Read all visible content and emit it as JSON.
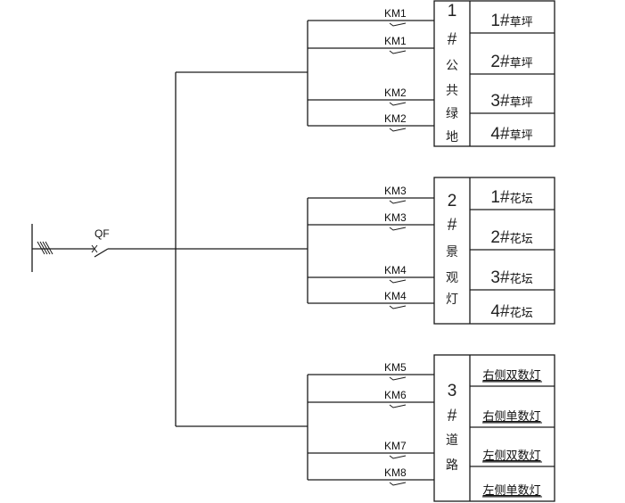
{
  "incoming": {
    "breaker_label": "QF"
  },
  "groups": [
    {
      "id": "group-1",
      "title_chars": [
        "1",
        "#",
        "公",
        "共",
        "绿",
        "地"
      ],
      "contactors": [
        "KM1",
        "KM1",
        "KM2",
        "KM2"
      ],
      "loads": [
        {
          "num": "1#",
          "name": "草坪"
        },
        {
          "num": "2#",
          "name": "草坪"
        },
        {
          "num": "3#",
          "name": "草坪"
        },
        {
          "num": "4#",
          "name": "草坪"
        }
      ]
    },
    {
      "id": "group-2",
      "title_chars": [
        "2",
        "#",
        "景",
        "观",
        "灯"
      ],
      "contactors": [
        "KM3",
        "KM3",
        "KM4",
        "KM4"
      ],
      "loads": [
        {
          "num": "1#",
          "name": "花坛"
        },
        {
          "num": "2#",
          "name": "花坛"
        },
        {
          "num": "3#",
          "name": "花坛"
        },
        {
          "num": "4#",
          "name": "花坛"
        }
      ]
    },
    {
      "id": "group-3",
      "title_chars": [
        "3",
        "#",
        "道",
        "路"
      ],
      "contactors": [
        "KM5",
        "KM6",
        "KM7",
        "KM8"
      ],
      "loads": [
        {
          "num": "",
          "name": "右侧双数灯"
        },
        {
          "num": "",
          "name": "右侧单数灯"
        },
        {
          "num": "",
          "name": "左侧双数灯"
        },
        {
          "num": "",
          "name": "左侧单数灯"
        }
      ]
    }
  ]
}
